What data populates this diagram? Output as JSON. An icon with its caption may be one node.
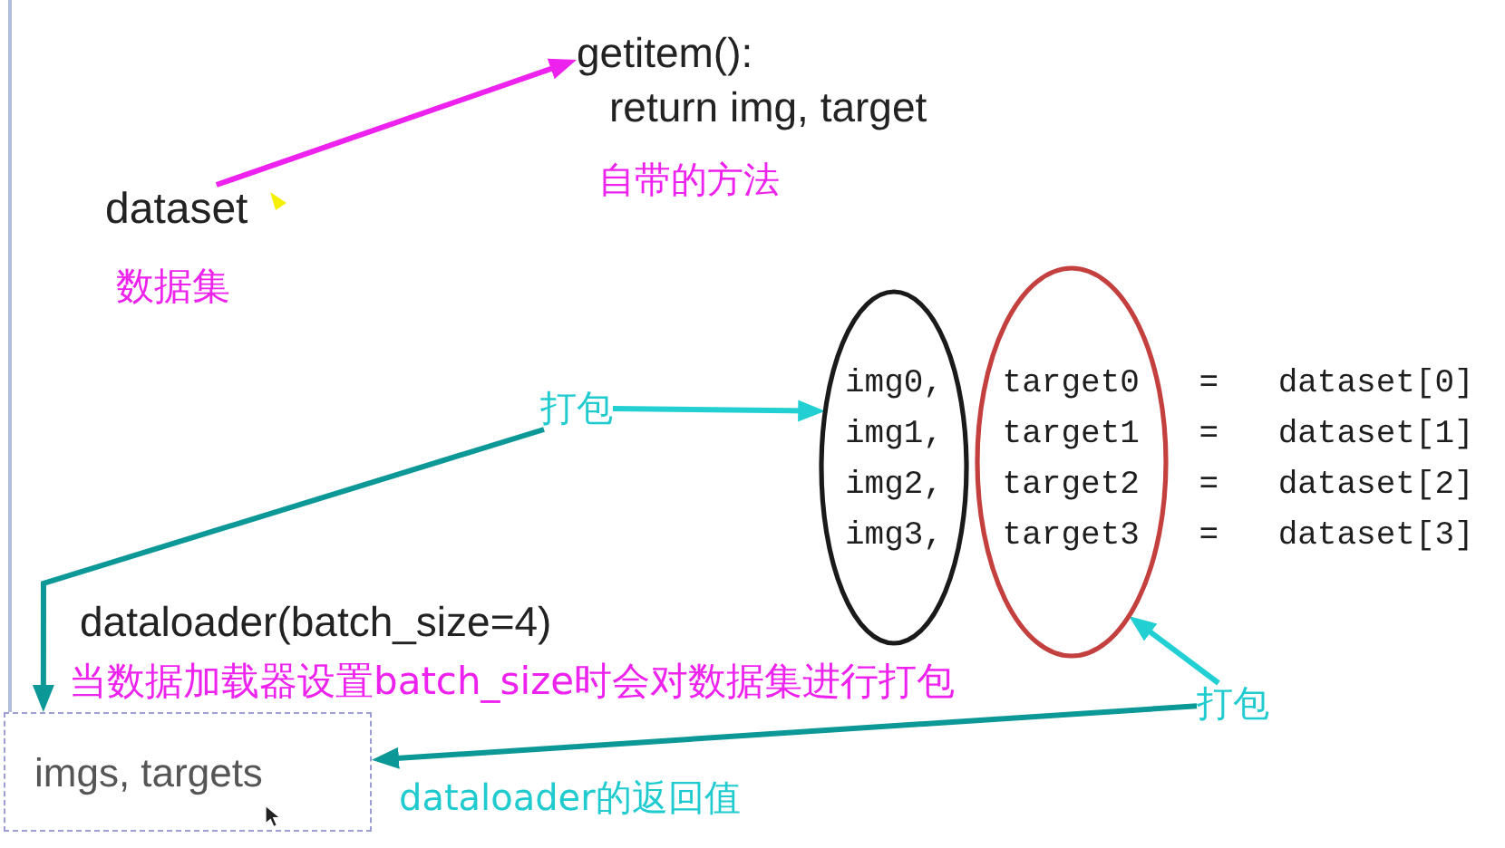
{
  "diagram": {
    "nodes": [
      {
        "text": [
          "getitem():",
          "return img, target"
        ],
        "beside": [
          "自带的方法"
        ]
      },
      {
        "text": [
          "dataset"
        ],
        "beside": [
          "数据集"
        ]
      },
      {
        "text": [],
        "shape": "ellipse"
      },
      {
        "text": [],
        "shape": "ellipse"
      },
      {
        "text": [
          "打包"
        ]
      },
      {
        "text": [
          "打包"
        ]
      },
      {
        "text": [
          "imgs, targets"
        ],
        "beside": [
          "dataloader的返回值"
        ]
      }
    ],
    "edges": [
      {
        "from": 1,
        "to": 0,
        "arrow": "to",
        "color": "#ee22ee"
      },
      {
        "from": 4,
        "to": 2,
        "arrow": "to",
        "color": "#22d0d3"
      },
      {
        "from": 5,
        "to": 3,
        "arrow": "to",
        "color": "#22d0d3"
      },
      {
        "from": 4,
        "to": 6,
        "arrow": "to",
        "color": "#0d9898"
      },
      {
        "from": 5,
        "to": 6,
        "arrow": "to",
        "color": "#0d9898"
      }
    ],
    "labels": [
      "img0, target0 = dataset[0]",
      "img1, target1 = dataset[1]",
      "img2, target2 = dataset[2]",
      "img3, target3 = dataset[3]",
      "dataloader(batch_size=4)",
      "当数据加载器设置batch_size时会对数据集进行打包"
    ]
  }
}
